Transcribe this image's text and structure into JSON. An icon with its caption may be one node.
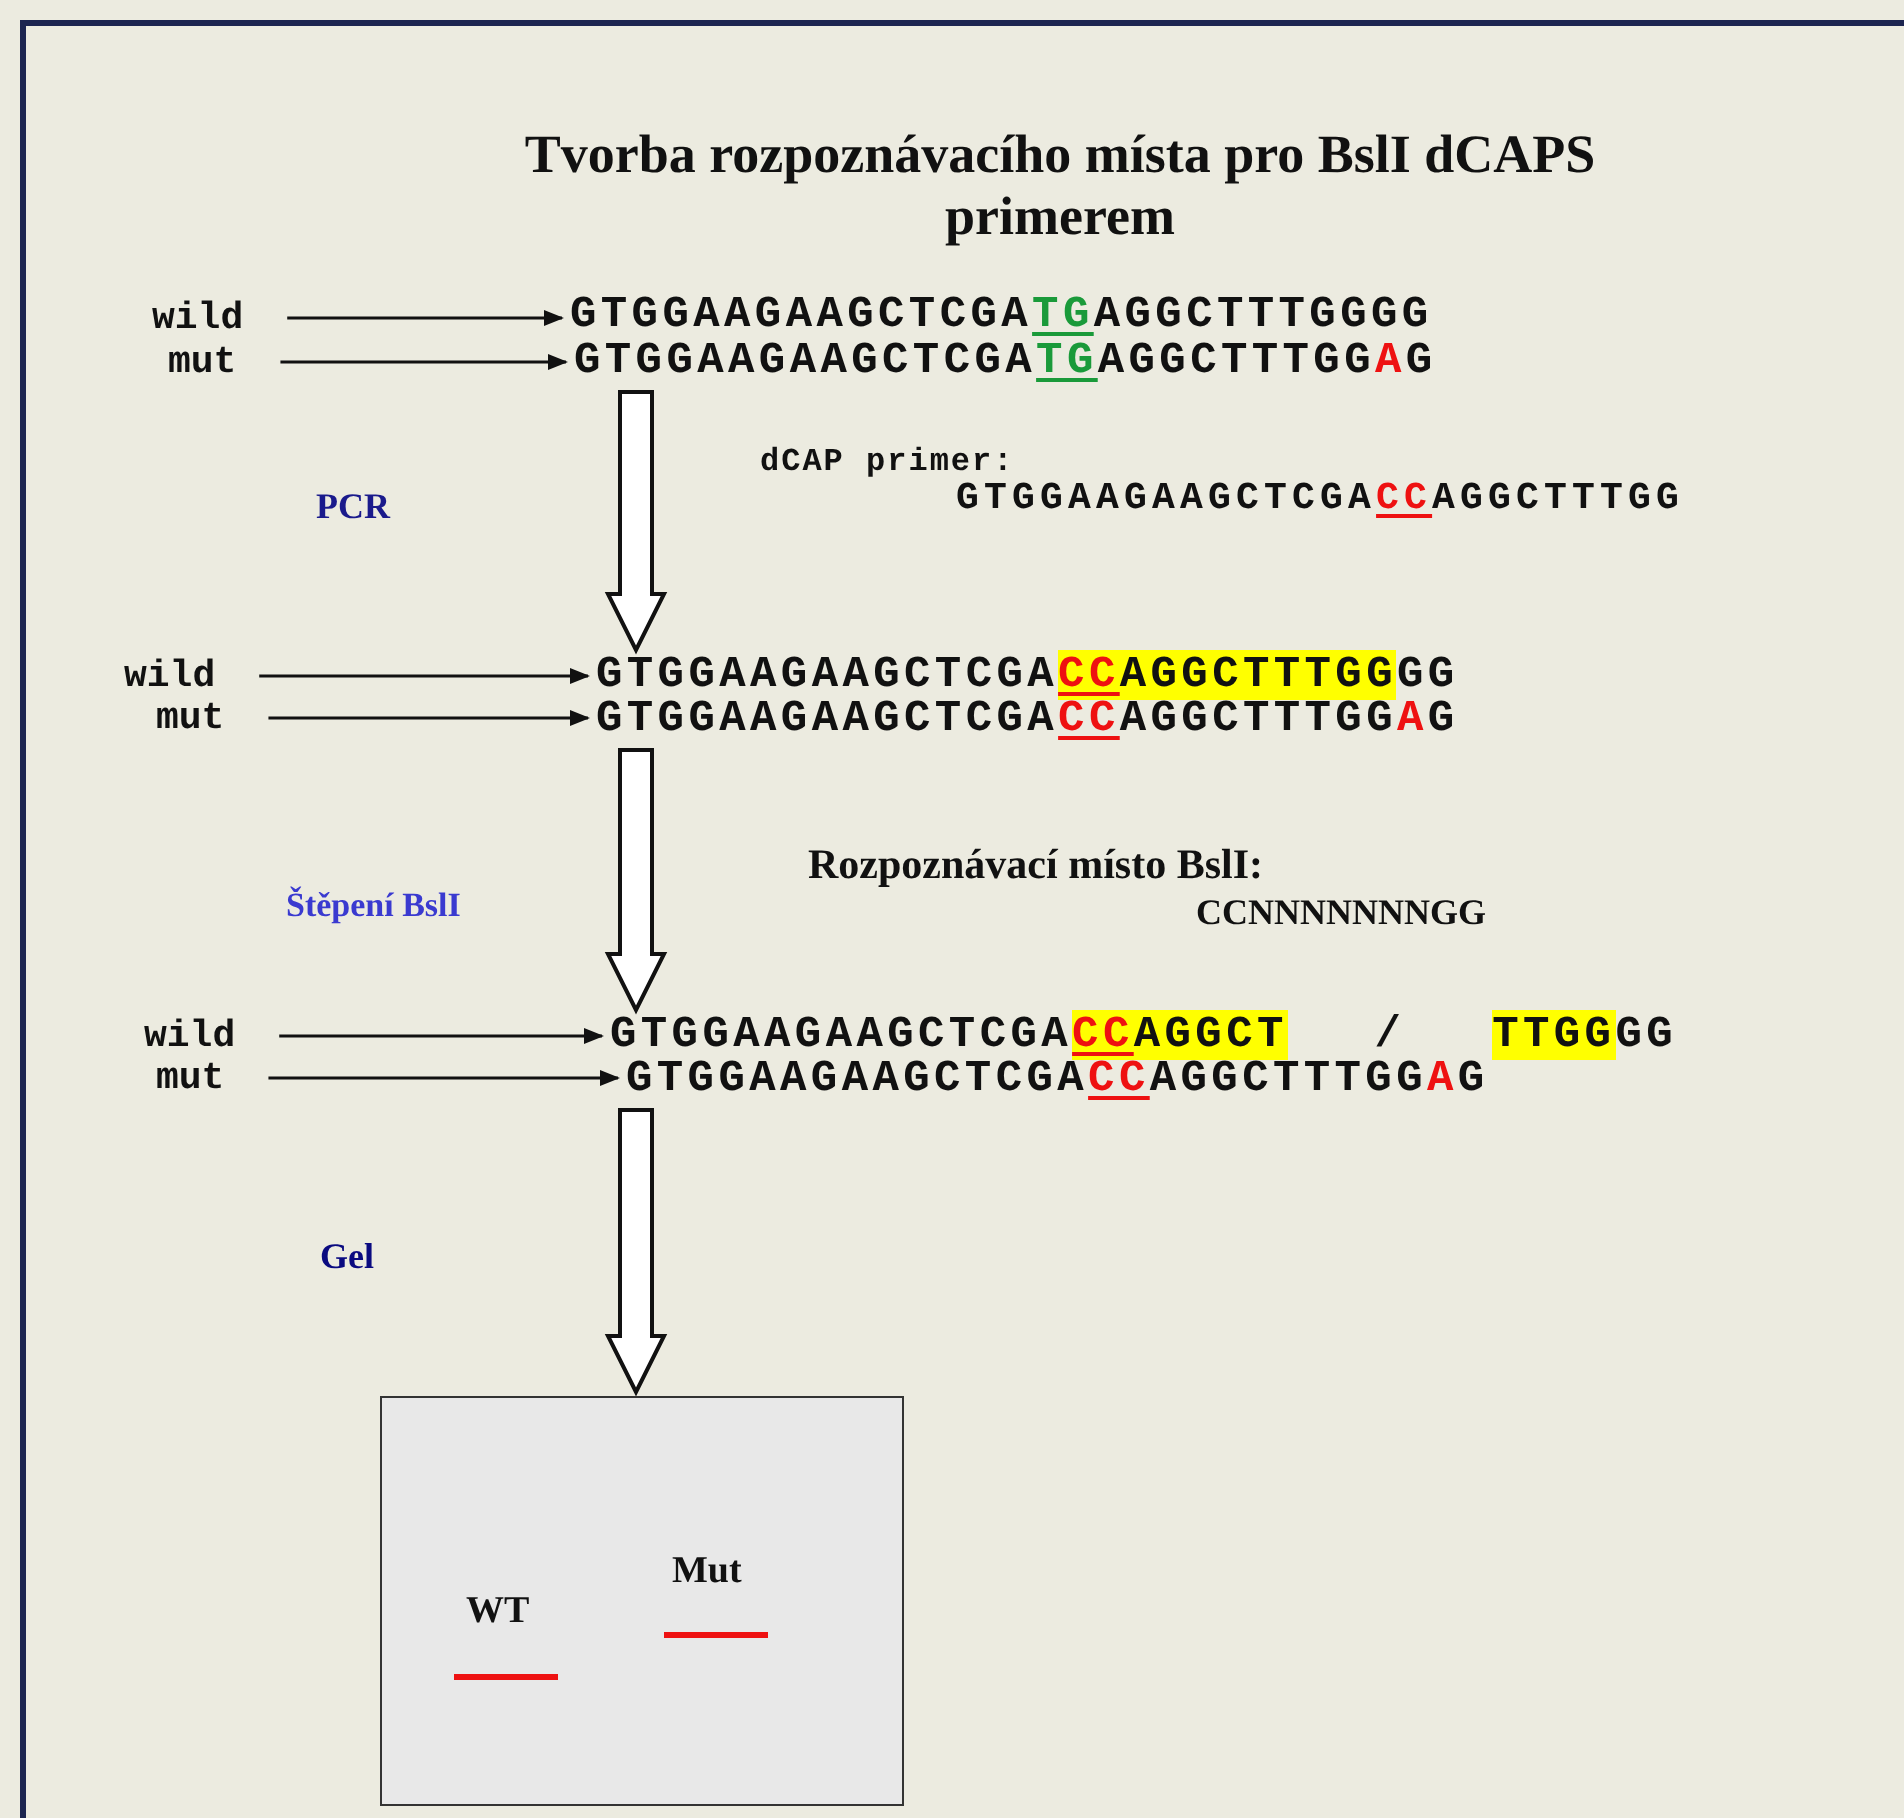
{
  "diagram": {
    "title": "Tvorba rozpoznávacího místa pro BslI dCAPS primerem",
    "nodes": [
      {
        "text": [
          "wild"
        ]
      },
      {
        "text": [
          "GTGGAAGAAGCTCGATGAGGCTTTGGGG"
        ]
      },
      {
        "text": [
          "mut"
        ]
      },
      {
        "text": [
          "GTGGAAGAAGCTCGATGAGGCTTTGGAG"
        ]
      },
      {
        "text": [
          "wild"
        ]
      },
      {
        "text": [
          "GTGGAAGAAGCTCGACCAGGCTTTGGGG"
        ]
      },
      {
        "text": [
          "mut"
        ]
      },
      {
        "text": [
          "GTGGAAGAAGCTCGACCAGGCTTTGGAG"
        ]
      },
      {
        "text": [
          "wild"
        ]
      },
      {
        "text": [
          "GTGGAAGAAGCTCGACCAGGCT / TTGGGG"
        ]
      },
      {
        "text": [
          "mut"
        ]
      },
      {
        "text": [
          "GTGGAAGAAGCTCGACCAGGCTTTGGAG"
        ]
      },
      {
        "text": [
          "WT",
          "Mut"
        ]
      }
    ],
    "edges": [
      {
        "from": 0,
        "to": 1,
        "arrow": "to"
      },
      {
        "from": 2,
        "to": 3,
        "arrow": "to"
      },
      {
        "from": 3,
        "to": 5,
        "arrow": "to",
        "style": "thick"
      },
      {
        "from": 4,
        "to": 5,
        "arrow": "to"
      },
      {
        "from": 6,
        "to": 7,
        "arrow": "to"
      },
      {
        "from": 7,
        "to": 9,
        "arrow": "to",
        "style": "thick"
      },
      {
        "from": 8,
        "to": 9,
        "arrow": "to"
      },
      {
        "from": 10,
        "to": 11,
        "arrow": "to"
      },
      {
        "from": 11,
        "to": 12,
        "arrow": "to",
        "style": "thick"
      }
    ],
    "labels": [
      "dCAP primer:",
      "GTGGAAGAAGCTCGACCAGGCTTTGG",
      "PCR",
      "Rozpoznávací místo BslI:",
      "Štěpení BslI",
      "CCNNNNNNNGG",
      "Gel"
    ]
  }
}
